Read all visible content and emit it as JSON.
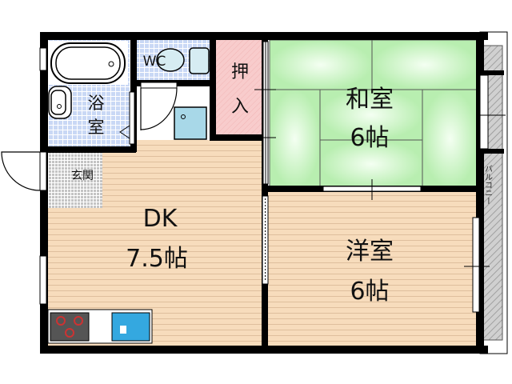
{
  "rooms": {
    "bath": {
      "label_1": "浴",
      "label_2": "室"
    },
    "wc": {
      "label": "WC"
    },
    "closet": {
      "label_1": "押",
      "label_2": "入"
    },
    "entrance": {
      "label": "玄関"
    },
    "dk": {
      "label": "DK",
      "size": "7.5帖"
    },
    "washitsu": {
      "label": "和室",
      "size": "6帖"
    },
    "yoshitsu": {
      "label": "洋室",
      "size": "6帖"
    },
    "balcony": {
      "label": "バルコニー"
    }
  },
  "colors": {
    "wall": "#000000",
    "tile": "#c9d8f5",
    "floor": "#f7dcbc",
    "tatami": "#c8f0c0",
    "closet": "#f8c8c8",
    "balcony": "#c8c8c8",
    "entrance": "#cccccc",
    "fixture": "#a8d8e8"
  }
}
